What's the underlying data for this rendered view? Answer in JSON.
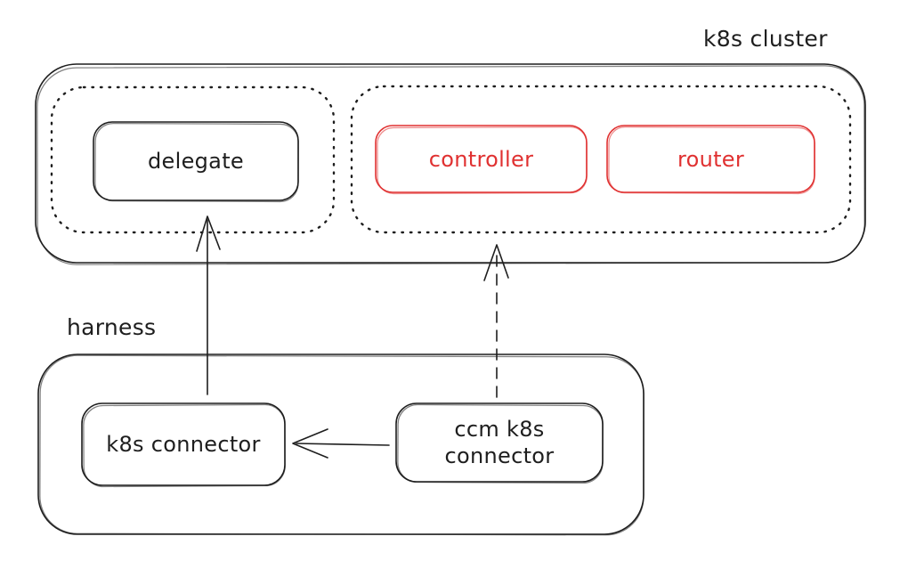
{
  "diagram": {
    "background_color": "#ffffff",
    "stroke_color": "#1e1e1e",
    "accent_color": "#e03131",
    "clusters": {
      "k8s_cluster": {
        "label": "k8s cluster"
      },
      "harness": {
        "label": "harness"
      }
    },
    "groups": {
      "delegate_group": {
        "style": "dotted"
      },
      "controller_group": {
        "style": "dotted"
      }
    },
    "nodes": {
      "delegate": {
        "label": "delegate",
        "color": "#1e1e1e"
      },
      "controller": {
        "label": "controller",
        "color": "#e03131"
      },
      "router": {
        "label": "router",
        "color": "#e03131"
      },
      "k8s_connector": {
        "label": "k8s connector",
        "color": "#1e1e1e"
      },
      "ccm_k8s_connector": {
        "label": "ccm k8s connector",
        "color": "#1e1e1e"
      }
    },
    "edges": [
      {
        "from": "k8s_connector",
        "to": "delegate_group",
        "style": "solid",
        "direction": "up"
      },
      {
        "from": "ccm_k8s_connector",
        "to": "controller_group",
        "style": "dashed",
        "direction": "up"
      },
      {
        "from": "ccm_k8s_connector",
        "to": "k8s_connector",
        "style": "solid",
        "direction": "left"
      }
    ]
  }
}
